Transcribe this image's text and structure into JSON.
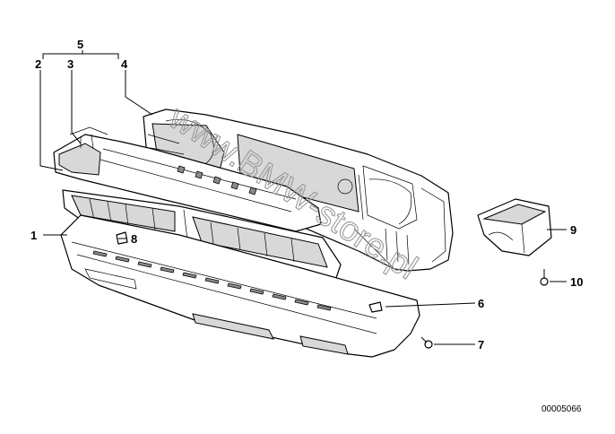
{
  "watermark": "www.BMW-store.pl",
  "document_number": "00005066",
  "callouts": [
    {
      "id": "c1",
      "label": "1"
    },
    {
      "id": "c2",
      "label": "2"
    },
    {
      "id": "c3",
      "label": "3"
    },
    {
      "id": "c4",
      "label": "4"
    },
    {
      "id": "c5",
      "label": "5"
    },
    {
      "id": "c6",
      "label": "6"
    },
    {
      "id": "c7",
      "label": "7"
    },
    {
      "id": "c8",
      "label": "8"
    },
    {
      "id": "c9",
      "label": "9"
    },
    {
      "id": "c10",
      "label": "10"
    }
  ]
}
